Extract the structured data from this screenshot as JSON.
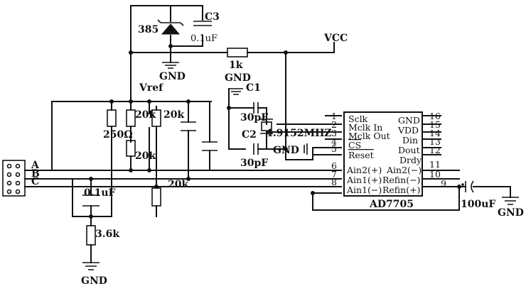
{
  "labels": {
    "zener": "385",
    "c3": "C3",
    "c3_value": "0.1uF",
    "gnd_top": "GND",
    "vcc": "VCC",
    "r_1k": "1k",
    "gnd_c1": "GND",
    "c1": "C1",
    "vref": "Vref",
    "c1_value": "30pF",
    "crystal": "4.9152MHZ",
    "c2": "C2",
    "c2_value": "30pF",
    "gnd_mid": "GND",
    "r_250": "250Ω",
    "r_20k_a": "20k",
    "r_20k_b": "20k",
    "r_20k_c": "20k",
    "r_20k_d": "20k",
    "c_01uF": "0.1uF",
    "r_36k": "3.6k",
    "gnd_bottom": "GND",
    "c_100uF": "100uF",
    "gnd_right": "GND",
    "conn_a": "A",
    "conn_b": "B",
    "conn_c": "C"
  },
  "chip": {
    "name": "AD7705",
    "left_pins": [
      {
        "num": "1",
        "name": "Sclk"
      },
      {
        "num": "2",
        "name": "Mclk In"
      },
      {
        "num": "3",
        "name": "Mclk Out"
      },
      {
        "num": "4",
        "name": "CS"
      },
      {
        "num": "5",
        "name": "Reset"
      },
      {
        "num": "6",
        "name": "Ain2(+)"
      },
      {
        "num": "7",
        "name": "Ain1(+)"
      },
      {
        "num": "8",
        "name": "Ain1(−)"
      }
    ],
    "right_pins": [
      {
        "num": "16",
        "name": "GND"
      },
      {
        "num": "15",
        "name": "VDD"
      },
      {
        "num": "14",
        "name": "Din"
      },
      {
        "num": "13",
        "name": "Dout"
      },
      {
        "num": "12",
        "name": "Drdy"
      },
      {
        "num": "11",
        "name": ""
      },
      {
        "num": "10",
        "name": "Ain2(−)"
      },
      {
        "num": "9",
        "name": "Refin(−)"
      },
      {
        "num": "",
        "name": "Refin(+)"
      }
    ]
  }
}
